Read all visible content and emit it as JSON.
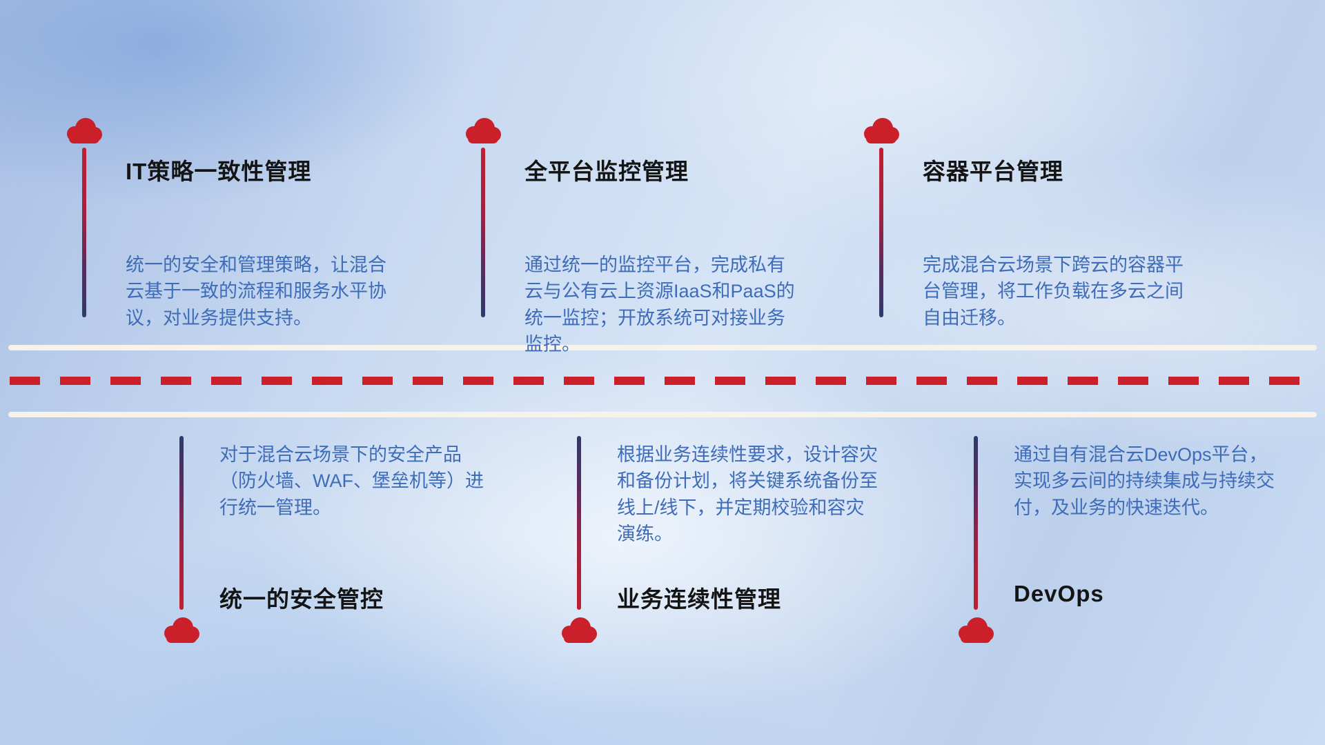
{
  "colors": {
    "red": "#cb202a",
    "navy": "#2e3a68",
    "title": "#141414",
    "desc": "#3e6cb8",
    "road_line": "#f7f3ea"
  },
  "icons": {
    "cloud": "cloud-icon"
  },
  "top_items": [
    {
      "title": "IT策略一致性管理",
      "desc": "统一的安全和管理策略，让混合云基于一致的流程和服务水平协议，对业务提供支持。"
    },
    {
      "title": "全平台监控管理",
      "desc": "通过统一的监控平台，完成私有云与公有云上资源IaaS和PaaS的统一监控；开放系统可对接业务监控。"
    },
    {
      "title": "容器平台管理",
      "desc": "完成混合云场景下跨云的容器平台管理，将工作负载在多云之间自由迁移。"
    }
  ],
  "bottom_items": [
    {
      "title": "统一的安全管控",
      "desc": "对于混合云场景下的安全产品（防火墙、WAF、堡垒机等）进行统一管理。"
    },
    {
      "title": "业务连续性管理",
      "desc": "根据业务连续性要求，设计容灾和备份计划，将关键系统备份至线上/线下，并定期校验和容灾演练。"
    },
    {
      "title": "DevOps",
      "desc": "通过自有混合云DevOps平台，实现多云间的持续集成与持续交付，及业务的快速迭代。"
    }
  ]
}
